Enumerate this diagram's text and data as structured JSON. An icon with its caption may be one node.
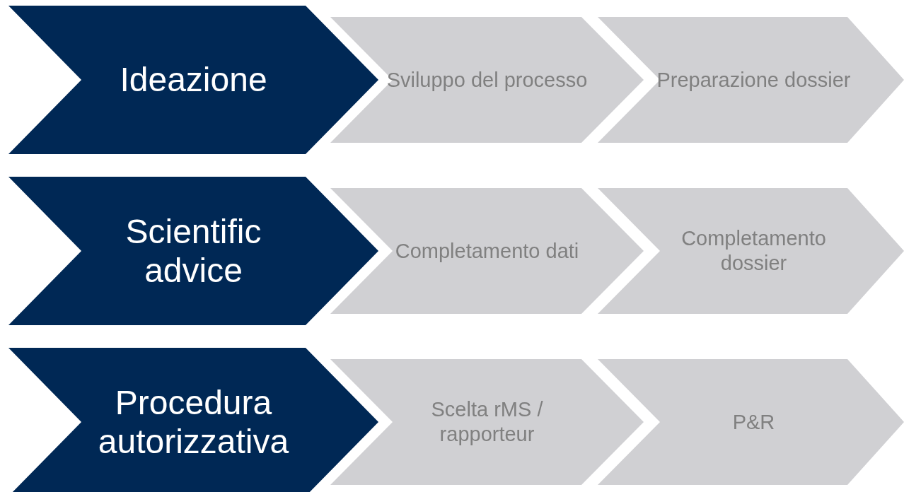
{
  "diagram": {
    "nodes": [
      {
        "text": [
          "Ideazione"
        ]
      },
      {
        "text": [
          "Sviluppo del processo"
        ]
      },
      {
        "text": [
          "Preparazione dossier"
        ]
      },
      {
        "text": [
          "Scientific advice"
        ]
      },
      {
        "text": [
          "Completamento dati"
        ]
      },
      {
        "text": [
          "Completamento dossier"
        ]
      },
      {
        "text": [
          "Procedura autorizzativa"
        ]
      },
      {
        "text": [
          "Scelta rMS / rapporteur"
        ]
      },
      {
        "text": [
          "P&R"
        ]
      }
    ]
  }
}
